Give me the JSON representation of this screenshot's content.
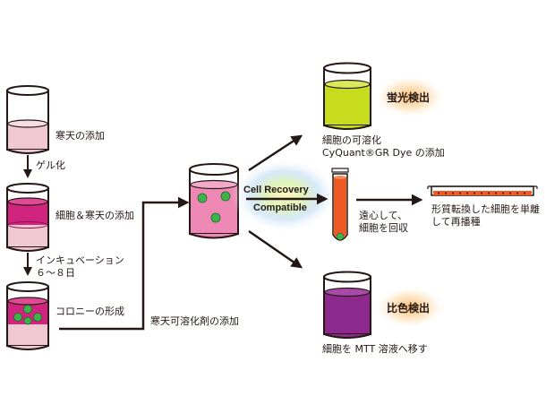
{
  "steps": {
    "agar_add": "寒天の添加",
    "gel": "ゲル化",
    "cell_agar_add": "細胞＆寒天の添加",
    "incubation_line1": "インキュベーション",
    "incubation_line2": "６～８日",
    "colony": "コロニーの形成",
    "solubilizer": "寒天可溶化剤の添加"
  },
  "fluor": {
    "title": "蛍光検出",
    "line1": "細胞の可溶化",
    "line2": "CyQuant®GR Dye の添加"
  },
  "recovery": {
    "line1": "Cell Recovery",
    "line2": "Compatible",
    "centrifuge1": "遠心して、",
    "centrifuge2": "細胞を回収",
    "replate1": "形質転換した細胞を単離",
    "replate2": "して再播種"
  },
  "color": {
    "title": "比色検出",
    "line1": "細胞を MTT 溶液へ移す"
  },
  "colors": {
    "agar_pink": "#f0c8d2",
    "magenta": "#d0247e",
    "colony_green": "#3cb44b",
    "yellow_green": "#c8dc1e",
    "orange": "#ee5a24",
    "purple": "#8e2a8e",
    "glow_orange": "#f9b25a"
  }
}
